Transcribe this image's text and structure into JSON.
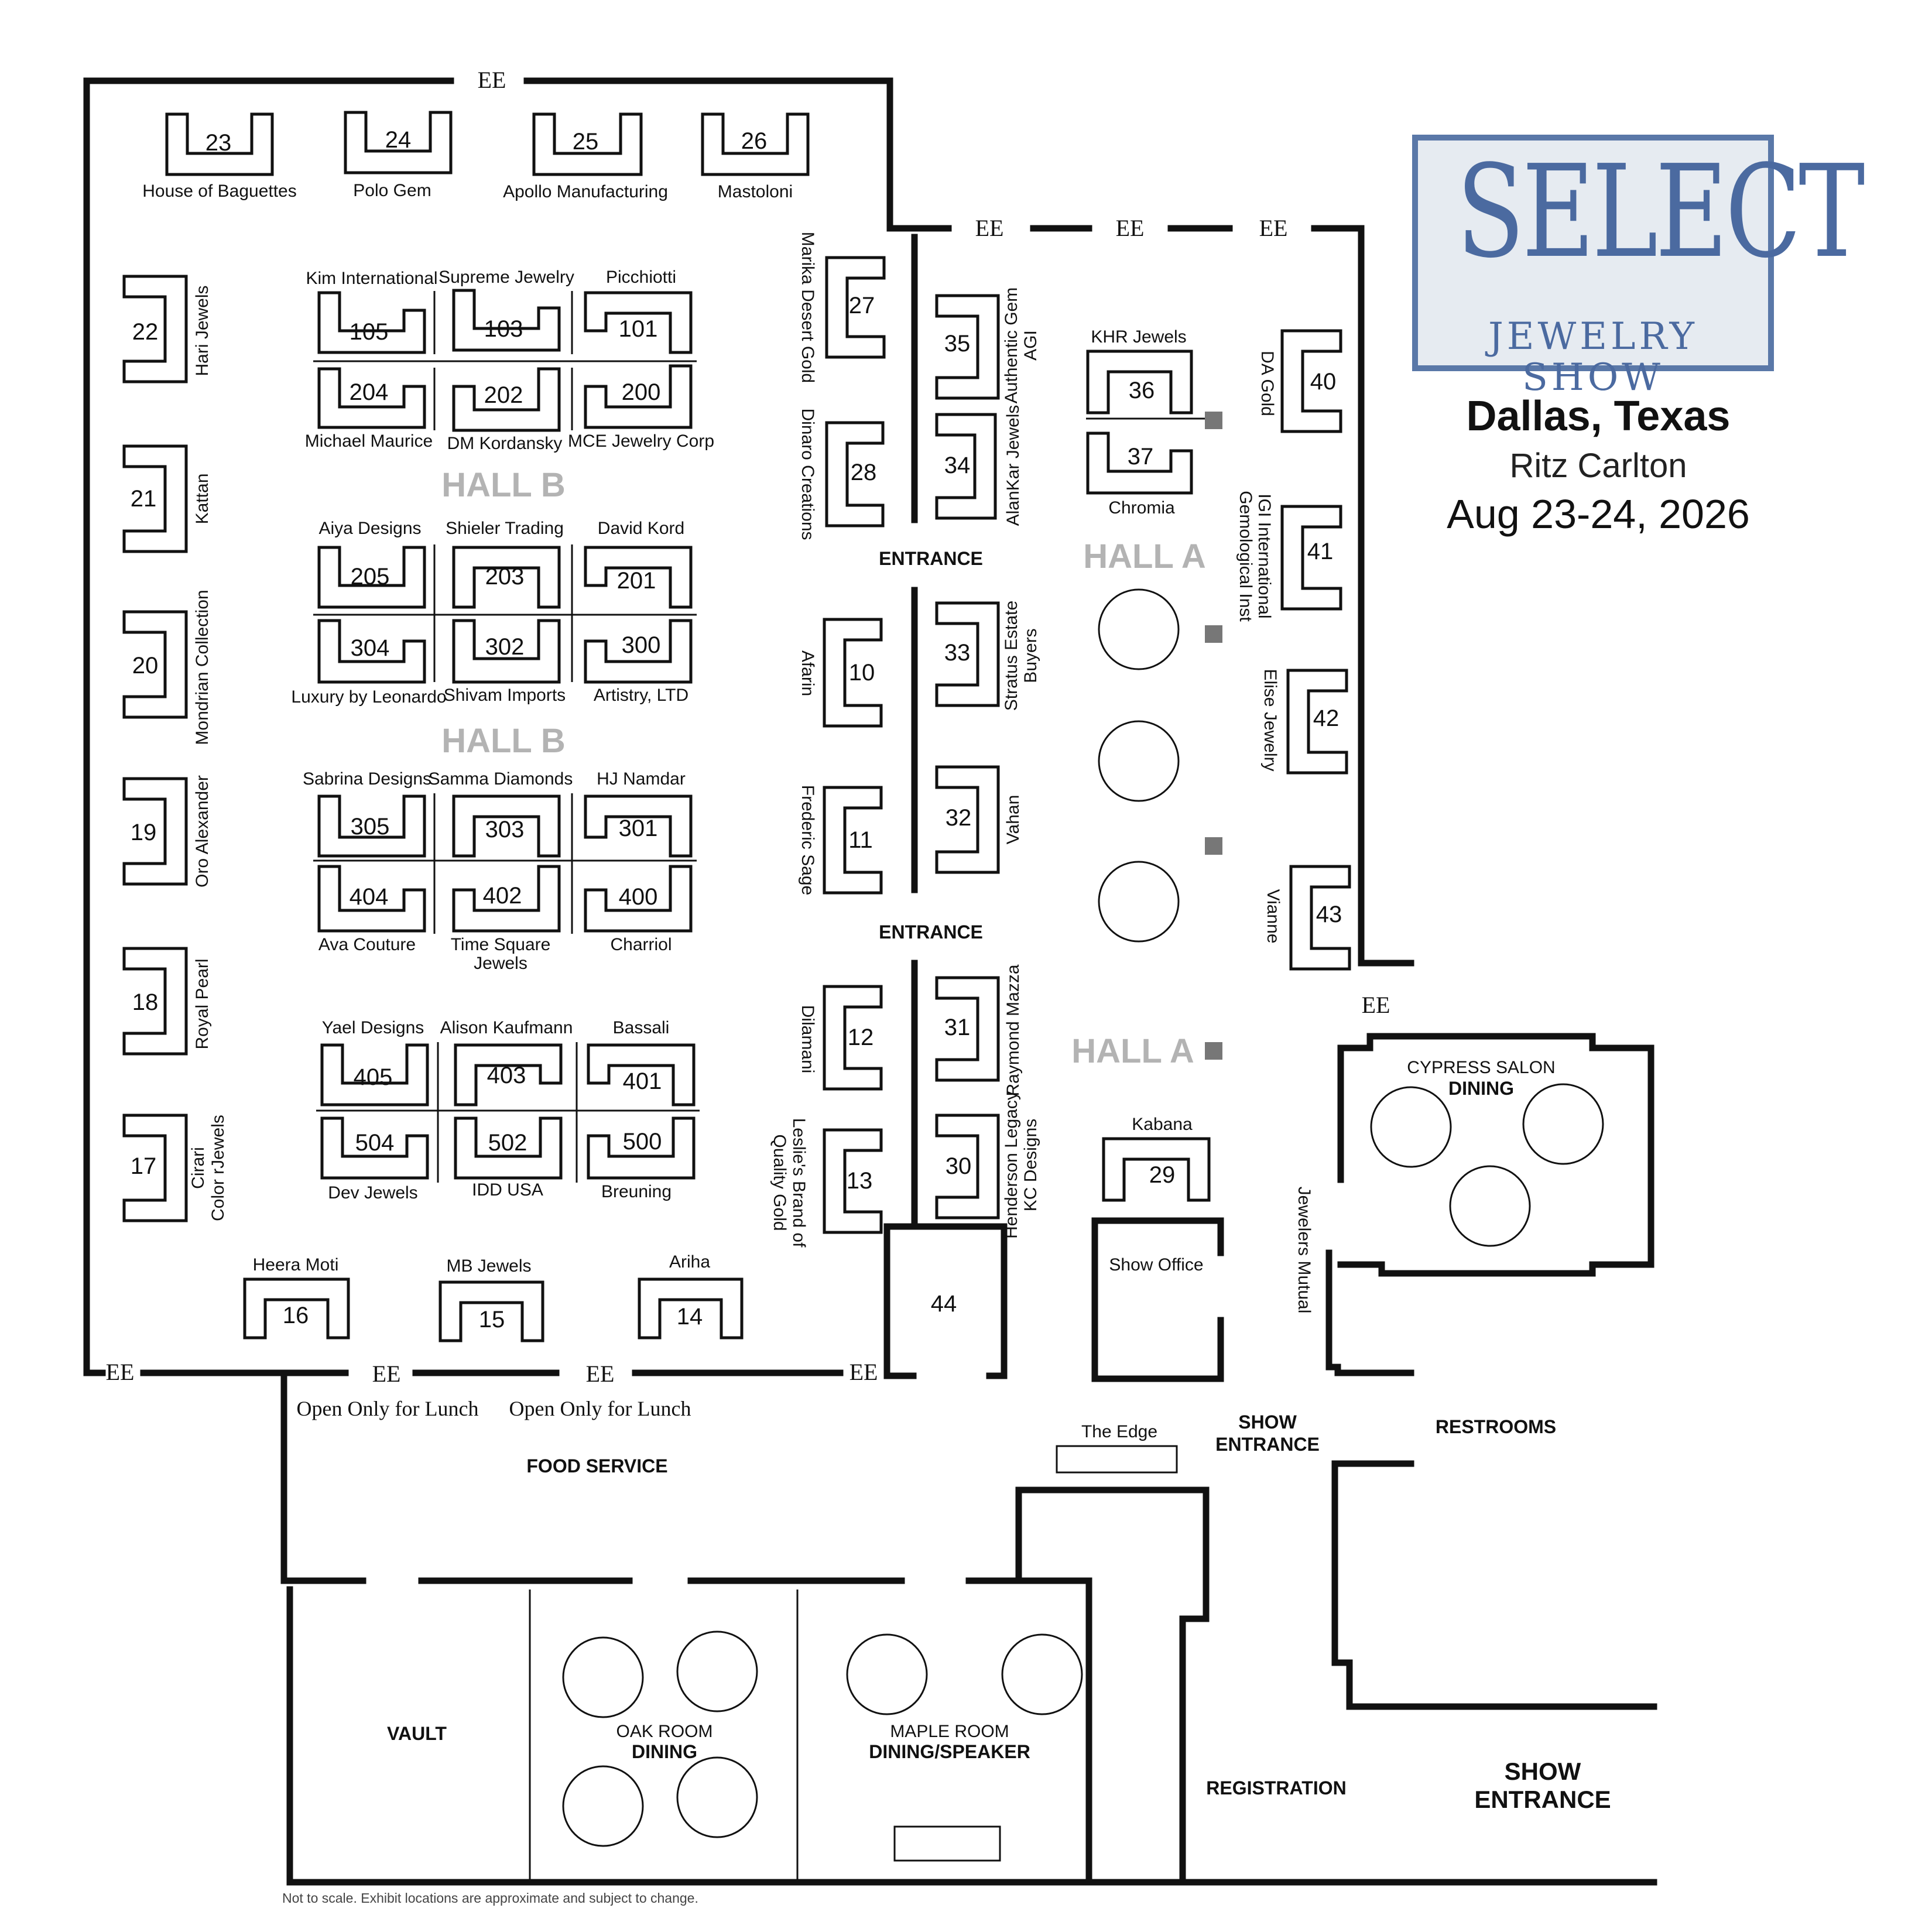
{
  "event": {
    "logo_main": "SELECT",
    "logo_sub": "JEWELRY SHOW",
    "city": "Dallas, Texas",
    "venue": "Ritz Carlton",
    "date": "Aug 23-24, 2026"
  },
  "labels": {
    "ee": "EE",
    "entrance": "ENTRANCE",
    "hall_a": "HALL A",
    "hall_b": "HALL B",
    "open_lunch": "Open Only for Lunch",
    "food_service": "FOOD SERVICE",
    "vault": "VAULT",
    "oak_room": "OAK ROOM",
    "dining": "DINING",
    "maple_room": "MAPLE ROOM",
    "dining_speaker": "DINING/SPEAKER",
    "registration": "REGISTRATION",
    "show": "SHOW",
    "entrance_lower": "ENTRANCE",
    "restrooms": "RESTROOMS",
    "cypress_salon": "CYPRESS SALON",
    "the_edge": "The Edge",
    "show_office": "Show Office",
    "disclaimer": "Not to scale. Exhibit locations are approximate and subject to change."
  },
  "booths": {
    "b23": {
      "num": "23",
      "name": "House of Baguettes"
    },
    "b24": {
      "num": "24",
      "name": "Polo Gem"
    },
    "b25": {
      "num": "25",
      "name": "Apollo Manufacturing"
    },
    "b26": {
      "num": "26",
      "name": "Mastoloni"
    },
    "b22": {
      "num": "22",
      "name": "Hari Jewels"
    },
    "b21": {
      "num": "21",
      "name": "Kattan"
    },
    "b20": {
      "num": "20",
      "name": "Mondrian Collection"
    },
    "b19": {
      "num": "19",
      "name": "Oro Alexander"
    },
    "b18": {
      "num": "18",
      "name": "Royal Pearl"
    },
    "b17": {
      "num": "17",
      "name1": "Cirari",
      "name2": "Color rJewels"
    },
    "b105": {
      "num": "105",
      "name": "Kim International"
    },
    "b103": {
      "num": "103",
      "name": "Supreme Jewelry"
    },
    "b101": {
      "num": "101",
      "name": "Picchiotti"
    },
    "b204": {
      "num": "204",
      "name": "Michael Maurice"
    },
    "b202": {
      "num": "202",
      "name": "DM Kordansky"
    },
    "b200": {
      "num": "200",
      "name": "MCE Jewelry Corp"
    },
    "b205": {
      "num": "205",
      "name": "Aiya Designs"
    },
    "b203": {
      "num": "203",
      "name": "Shieler Trading"
    },
    "b201": {
      "num": "201",
      "name": "David Kord"
    },
    "b304": {
      "num": "304",
      "name": "Luxury by Leonardo"
    },
    "b302": {
      "num": "302",
      "name": "Shivam Imports"
    },
    "b300": {
      "num": "300",
      "name": "Artistry, LTD"
    },
    "b305": {
      "num": "305",
      "name": "Sabrina Designs"
    },
    "b303": {
      "num": "303",
      "name": "Samma Diamonds"
    },
    "b301": {
      "num": "301",
      "name": "HJ Namdar"
    },
    "b404": {
      "num": "404",
      "name": "Ava Couture"
    },
    "b402": {
      "num": "402",
      "name1": "Time Square",
      "name2": "Jewels"
    },
    "b400": {
      "num": "400",
      "name": "Charriol"
    },
    "b405": {
      "num": "405",
      "name": "Yael Designs"
    },
    "b403": {
      "num": "403",
      "name": "Alison Kaufmann"
    },
    "b401": {
      "num": "401",
      "name": "Bassali"
    },
    "b504": {
      "num": "504",
      "name": "Dev Jewels"
    },
    "b502": {
      "num": "502",
      "name": "IDD USA"
    },
    "b500": {
      "num": "500",
      "name": "Breuning"
    },
    "b16": {
      "num": "16",
      "name": "Heera Moti"
    },
    "b15": {
      "num": "15",
      "name": "MB Jewels"
    },
    "b14": {
      "num": "14",
      "name": "Ariha"
    },
    "b27": {
      "num": "27",
      "name": "Marika Desert Gold"
    },
    "b28": {
      "num": "28",
      "name": "Dinaro Creations"
    },
    "b10": {
      "num": "10",
      "name": "Afarin"
    },
    "b11": {
      "num": "11",
      "name": "Frederic Sage"
    },
    "b12": {
      "num": "12",
      "name": "Dilamani"
    },
    "b13": {
      "num": "13",
      "name1": "Leslie's Brand of",
      "name2": "Quality Gold"
    },
    "b35": {
      "num": "35",
      "name1": "Authentic Gem",
      "name2": "AGI"
    },
    "b34": {
      "num": "34",
      "name": "AlanKar Jewels"
    },
    "b33": {
      "num": "33",
      "name1": "Stratus Estate",
      "name2": "Buyers"
    },
    "b32": {
      "num": "32",
      "name": "Vahan"
    },
    "b31": {
      "num": "31",
      "name": "Raymond Mazza"
    },
    "b30": {
      "num": "30",
      "name1": "Henderson Legacy",
      "name2": "KC Designs"
    },
    "b44": {
      "num": "44"
    },
    "b36": {
      "num": "36",
      "name": "KHR Jewels"
    },
    "b37": {
      "num": "37",
      "name": "Chromia"
    },
    "b40": {
      "num": "40",
      "name": "DA Gold"
    },
    "b41": {
      "num": "41",
      "name1": "IGI International",
      "name2": "Gemological Inst"
    },
    "b42": {
      "num": "42",
      "name": "Elise Jewelry"
    },
    "b43": {
      "num": "43",
      "name": "Vianne"
    },
    "b29": {
      "num": "29",
      "name": "Kabana"
    },
    "jewelers_mutual": {
      "name": "Jewelers Mutual"
    }
  }
}
